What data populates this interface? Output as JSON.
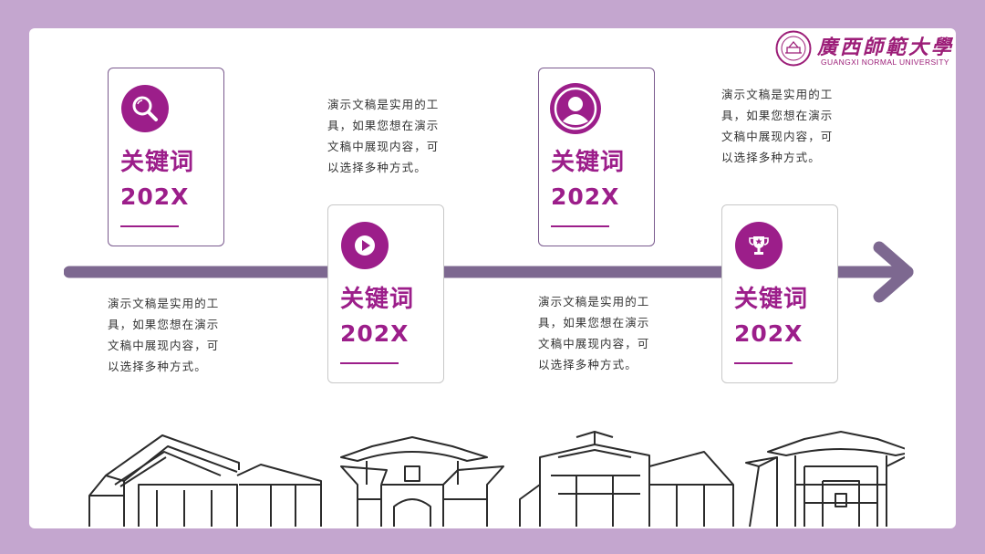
{
  "logo": {
    "name_cn": "廣西師範大學",
    "name_en": "GUANGXI NORMAL UNIVERSITY"
  },
  "colors": {
    "background": "#c4a6cf",
    "accent": "#9c1e8a",
    "timeline": "#7d6890"
  },
  "milestones": [
    {
      "keyword": "关键词",
      "year": "202X",
      "icon": "search-icon",
      "description": [
        "演示文稿是实用的工",
        "具，如果您想在演示",
        "文稿中展现内容，可",
        "以选择多种方式。"
      ]
    },
    {
      "keyword": "关键词",
      "year": "202X",
      "icon": "play-icon",
      "description": [
        "演示文稿是实用的工",
        "具，如果您想在演示",
        "文稿中展现内容，可",
        "以选择多种方式。"
      ]
    },
    {
      "keyword": "关键词",
      "year": "202X",
      "icon": "user-icon",
      "description": [
        "演示文稿是实用的工",
        "具，如果您想在演示",
        "文稿中展现内容，可",
        "以选择多种方式。"
      ]
    },
    {
      "keyword": "关键词",
      "year": "202X",
      "icon": "trophy-icon",
      "description": [
        "演示文稿是实用的工",
        "具，如果您想在演示",
        "文稿中展现内容，可",
        "以选择多种方式。"
      ]
    }
  ]
}
